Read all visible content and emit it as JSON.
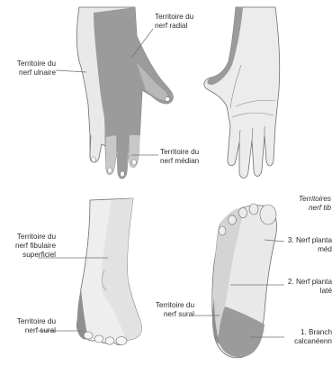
{
  "colors": {
    "skin_light": "#e9e9e9",
    "skin_lighter": "#f4f4f4",
    "zone_dark": "#8f8f8f",
    "zone_medium": "#b8b8b8",
    "outline": "#6e6e6e",
    "leader": "#707070",
    "text": "#2b2b2b"
  },
  "labels": {
    "ulnaire": {
      "l1": "Territoire du",
      "l2": "nerf ulnaire"
    },
    "radial": {
      "l1": "Territoire du",
      "l2": "nerf radial"
    },
    "median": {
      "l1": "Territoire du",
      "l2": "nerf médian"
    },
    "fibulaire": {
      "l1": "Territoire du",
      "l2": "nerf fibulaire",
      "l3": "superficiel"
    },
    "sural_a": {
      "l1": "Territoire du",
      "l2": "nerf sural"
    },
    "tibial": {
      "l1": "Territoires",
      "l2": "nerf tib"
    },
    "plantaire_med": {
      "l1": "3. Nerf planta",
      "l2": "méd"
    },
    "plantaire_lat": {
      "l1": "2. Nerf planta",
      "l2": "laté"
    },
    "sural_b": {
      "l1": "Territoire du",
      "l2": "nerf sural"
    },
    "calcaneen": {
      "l1": "1. Branch",
      "l2": "calcanéenn"
    }
  }
}
